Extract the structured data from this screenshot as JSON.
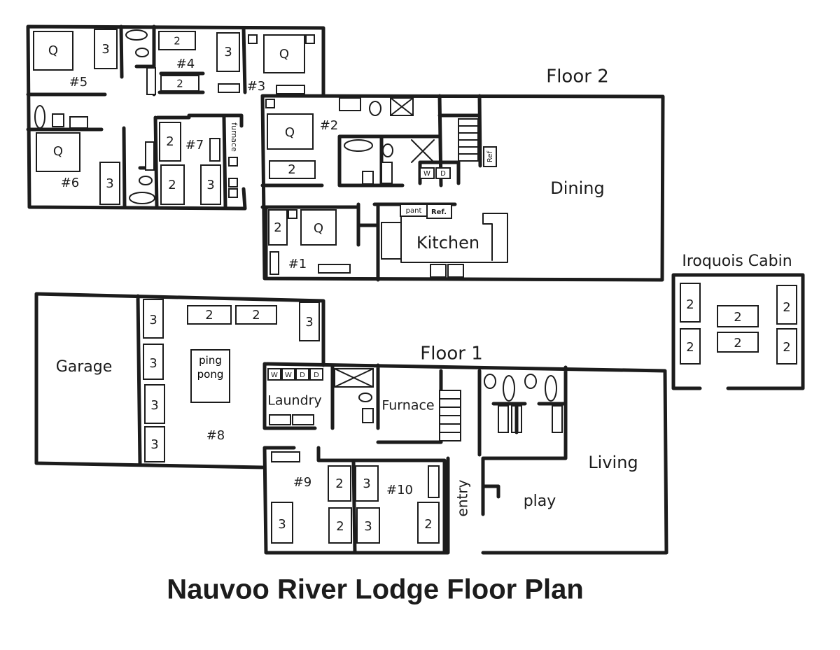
{
  "title": "Nauvoo River Lodge Floor Plan",
  "floor2": {
    "label": "Floor 2",
    "rooms": {
      "r1": "#1",
      "r2": "#2",
      "r3": "#3",
      "r4": "#4",
      "r5": "#5",
      "r6": "#6",
      "r7": "#7",
      "dining": "Dining",
      "kitchen": "Kitchen",
      "furnace": "furnace"
    },
    "fixtures": {
      "ref": "Ref",
      "pantry": "pant",
      "ref2": "Ref.",
      "w": "W",
      "d": "D"
    },
    "beds": {
      "r5": [
        "Q",
        "3"
      ],
      "r4": [
        "2",
        "2",
        "3"
      ],
      "r3": [
        "Q"
      ],
      "r6": [
        "Q",
        "3"
      ],
      "r7": [
        "2",
        "2",
        "3"
      ],
      "r2": [
        "Q",
        "2"
      ],
      "r1": [
        "2",
        "Q"
      ]
    }
  },
  "floor1": {
    "label": "Floor 1",
    "rooms": {
      "garage": "Garage",
      "r8": "#8",
      "pingpong": "ping pong",
      "laundry": "Laundry",
      "furnace": "Furnace",
      "r9": "#9",
      "r10": "#10",
      "entry": "entry",
      "play": "play",
      "living": "Living"
    },
    "fixtures": {
      "w": "W",
      "d": "D"
    },
    "beds": {
      "r8": [
        "3",
        "3",
        "3",
        "3",
        "2",
        "2",
        "3"
      ],
      "r9": [
        "3",
        "2",
        "2"
      ],
      "r10": [
        "3",
        "3",
        "2"
      ]
    }
  },
  "cabin": {
    "label": "Iroquois Cabin",
    "beds": [
      "2",
      "2",
      "2",
      "2",
      "2",
      "2"
    ]
  }
}
